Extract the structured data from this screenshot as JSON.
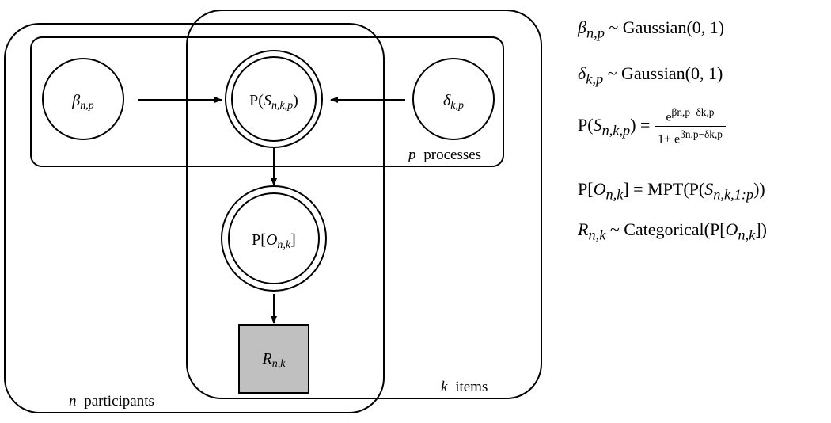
{
  "plates": {
    "participants": {
      "var": "n",
      "label": "participants"
    },
    "items": {
      "var": "k",
      "label": "items"
    },
    "processes": {
      "var": "p",
      "label": "processes"
    }
  },
  "nodes": {
    "beta": {
      "sym": "β",
      "sub": "n,p"
    },
    "delta": {
      "sym": "δ",
      "sub": "k,p"
    },
    "s": {
      "pre": "P(",
      "sym": "S",
      "sub": "n,k,p",
      "post": ")"
    },
    "o": {
      "pre": "P[",
      "sym": "O",
      "sub": "n,k",
      "post": "]"
    },
    "r": {
      "sym": "R",
      "sub": "n,k"
    }
  },
  "equations": {
    "eq1": {
      "sym": "β",
      "sub": "n,p",
      "rest": " ~ Gaussian(0, 1)"
    },
    "eq2": {
      "sym": "δ",
      "sub": "k,p",
      "rest": " ~ Gaussian(0, 1)"
    },
    "eq3": {
      "lhs_pre": "P(",
      "lhs_sym": "S",
      "lhs_sub": "n,k,p",
      "lhs_post": ") = ",
      "num": "e",
      "num_exp": "βn,p−δk,p",
      "den": "1+ e",
      "den_exp": "βn,p−δk,p"
    },
    "eq4": {
      "pre": "P[",
      "sym": "O",
      "sub": "n,k",
      "mid": "] = MPT(P(",
      "sym2": "S",
      "sub2": "n,k,1:p",
      "post": "))"
    },
    "eq5": {
      "sym": "R",
      "sub": "n,k",
      "rest": " ~ Categorical(P[",
      "sym2": "O",
      "sub2": "n,k",
      "post": "])"
    }
  },
  "colors": {
    "observed_fill": "#c0c0c0",
    "stroke": "#000000",
    "background": "#ffffff"
  }
}
